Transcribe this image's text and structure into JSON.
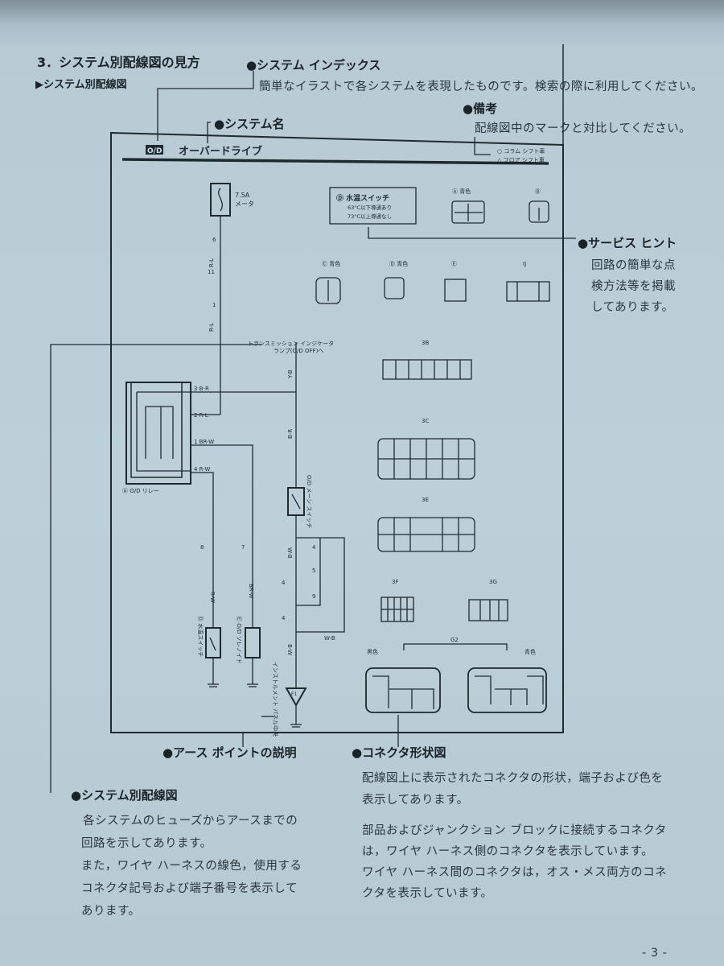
{
  "section_title": "3．システム別配線図の見方",
  "sub_title": "▶システム別配線図",
  "callouts": {
    "system_index": {
      "label": "●システム インデックス",
      "text": "簡単なイラストで各システムを表現したものです。検索の際に利用してください。"
    },
    "remarks": {
      "label": "●備考",
      "text": "配線図中のマークと対比してください。"
    },
    "system_name": {
      "label": "●システム名"
    },
    "service_hint": {
      "label": "●サービス ヒント",
      "lines": [
        "回路の簡単な点",
        "検方法等を掲載",
        "してあります。"
      ]
    },
    "ground_point": {
      "label": "●アース ポイントの説明"
    },
    "connector_shape": {
      "label": "●コネクタ形状図",
      "lines": [
        "配線図上に表示されたコネクタの形状，端子および色を",
        "表示してあります。",
        "部品およびジャンクション ブロックに接続するコネクタ",
        "は，ワイヤ ハーネス側のコネクタを表示しています。",
        "ワイヤ ハーネス間のコネクタは，オス・メス両方のコネ",
        "クタを表示しています。"
      ]
    },
    "system_wiring": {
      "label": "●システム別配線図",
      "lines": [
        "各システムのヒューズからアースまでの",
        "回路を示してあります。",
        "また，ワイヤ ハーネスの線色，使用する",
        "コネクタ記号および端子番号を表示して",
        "あります。"
      ]
    }
  },
  "diagram": {
    "index_badge": "O/D",
    "system_name": "オーバードライブ",
    "legend": [
      "○ コラム シフト車",
      "△ フロア シフト車"
    ],
    "fuse": {
      "rating": "7.5A",
      "name": "メータ"
    },
    "hint_box": {
      "title": "Ⓓ 水温スイッチ",
      "line1": "63°C以下導通あり",
      "line2": "73°C以上導通なし"
    },
    "indicator_label1": "トランスミッション インジケータ",
    "indicator_label2": "ランプ(O/D OFF)へ",
    "wires": {
      "rl": "R-L",
      "yb": "Y-B",
      "br": "B-R",
      "wb": "W-B",
      "rw": "R-W",
      "brw": "BR-W",
      "bw": "B-W"
    },
    "pins": {
      "p3br": "3  B-R",
      "p2rl": "2  R-L",
      "p1brw": "1    BR-W",
      "p4rw": "4  R-W"
    },
    "connector_refs": {
      "ij6": "6",
      "3b11": "11",
      "3c1": "1",
      "g2_8": "8",
      "g2_7": "7",
      "3e4": "4",
      "3b5": "5",
      "3f4": "4",
      "3b9": "9",
      "3g4": "4"
    },
    "relay_label": "Ⓐ O/D リレー",
    "main_switch_label": "O/D メーン スイッチ",
    "water_switch_label": "Ⓓ 水温スイッチ",
    "solenoid_label": "Ⓔ O/D ソレノイド",
    "ground_label": "インストルメント パネル中央",
    "ground_code": "F1",
    "connectors": {
      "a": "Ⓐ 青色",
      "b": "Ⓑ",
      "c": "Ⓒ 青色",
      "d": "Ⓓ 青色",
      "e": "Ⓔ",
      "ij": "IJ",
      "3b": "3B",
      "3c": "3C",
      "3e": "3E",
      "3f": "3F",
      "3g": "3G",
      "g2": "G2",
      "g2_left_color": "黒色",
      "g2_right_color": "青色"
    }
  },
  "page_number": "- 3 -"
}
